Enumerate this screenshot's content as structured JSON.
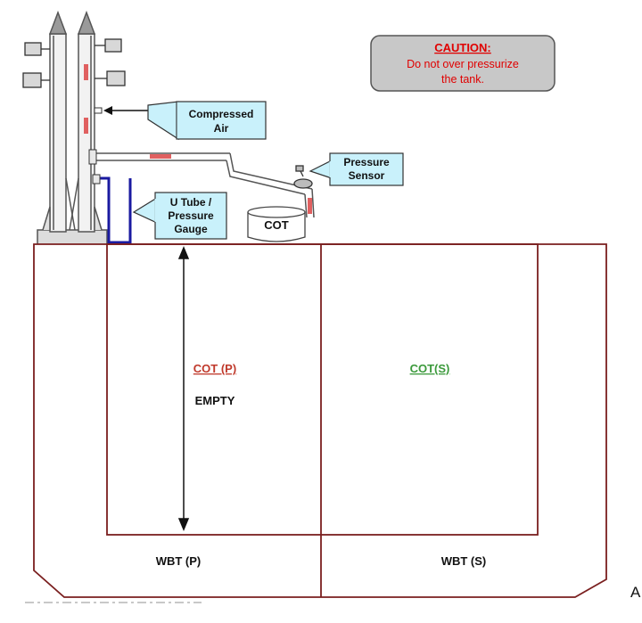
{
  "caution": {
    "title": "CAUTION:",
    "line1": "Do not over pressurize",
    "line2": "the tank."
  },
  "callouts": {
    "compressed_air": [
      "Compressed",
      "Air"
    ],
    "pressure_sensor": [
      "Pressure",
      "Sensor"
    ],
    "u_tube": [
      "U Tube /",
      "Pressure",
      "Gauge"
    ]
  },
  "cot_small_label": "COT",
  "tanks": {
    "cot_port": "COT (P)",
    "cot_port_status": "EMPTY",
    "cot_starboard": "COT(S)",
    "wbt_port": "WBT (P)",
    "wbt_starboard": "WBT (S)"
  },
  "edge_letter": "A",
  "colors": {
    "tank_outline": "#7a1f1f",
    "callout_fill": "#c9f1fb",
    "caution_fill": "#c8c8c8",
    "caution_text": "#e00000",
    "cot_p_label": "#c0392b",
    "cot_s_label": "#3b9a3b",
    "u_tube": "#1a1aa0",
    "flow_arrow": "#e06060"
  }
}
